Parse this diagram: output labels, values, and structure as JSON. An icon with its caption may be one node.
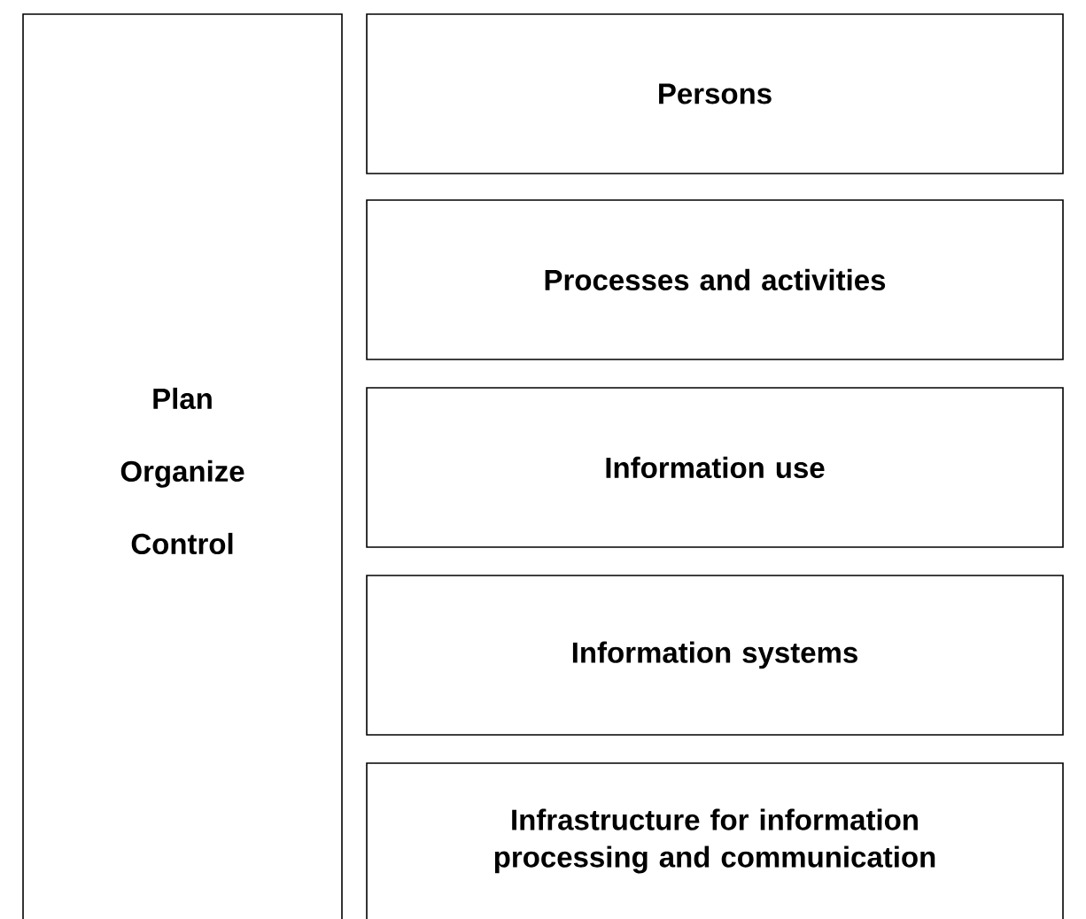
{
  "diagram": {
    "nodes": [
      {
        "text": [
          "Plan",
          "Organize",
          "Control"
        ]
      },
      {
        "text": [
          "Persons"
        ]
      },
      {
        "text": [
          "Processes and activities"
        ]
      },
      {
        "text": [
          "Information use"
        ]
      },
      {
        "text": [
          "Information systems"
        ]
      },
      {
        "text": [
          "Infrastructure for information processing and communication"
        ]
      }
    ]
  }
}
